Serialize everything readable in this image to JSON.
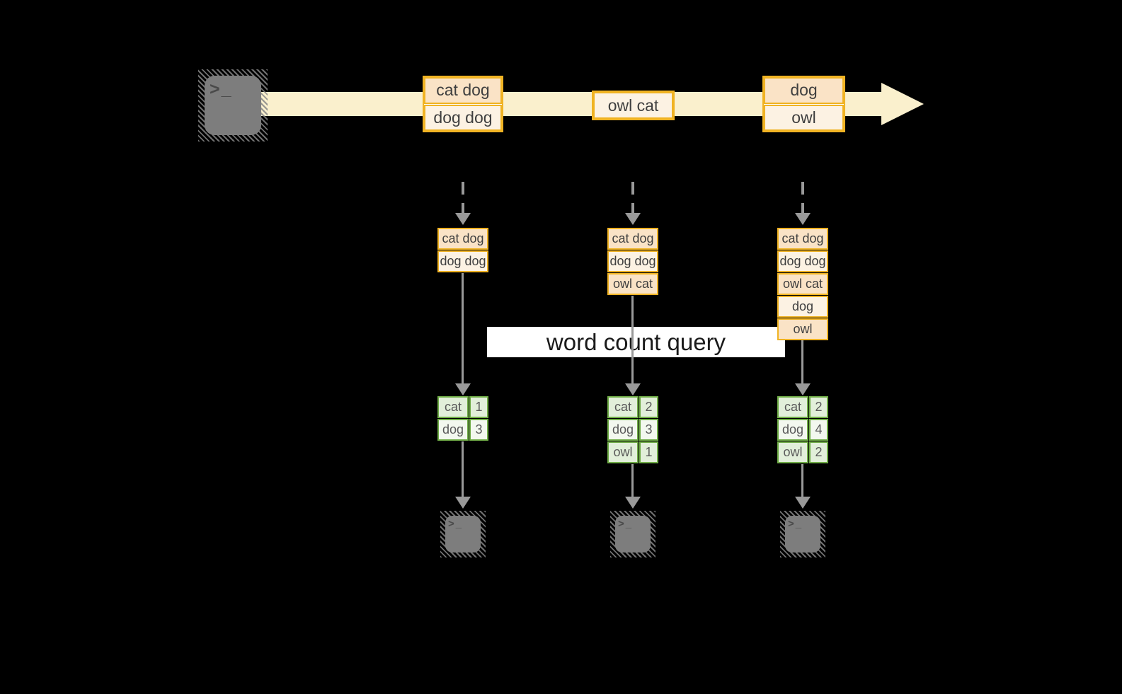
{
  "banner": {
    "label": "word count query"
  },
  "stream": {
    "records": [
      {
        "lines": [
          "cat dog",
          "dog dog"
        ]
      },
      {
        "lines": [
          "owl cat"
        ]
      },
      {
        "lines": [
          "dog",
          "owl"
        ]
      }
    ]
  },
  "columns": [
    {
      "buffer": [
        "cat dog",
        "dog dog"
      ],
      "counts": [
        {
          "word": "cat",
          "count": "1"
        },
        {
          "word": "dog",
          "count": "3"
        }
      ]
    },
    {
      "buffer": [
        "cat dog",
        "dog dog",
        "owl cat"
      ],
      "counts": [
        {
          "word": "cat",
          "count": "2"
        },
        {
          "word": "dog",
          "count": "3"
        },
        {
          "word": "owl",
          "count": "1"
        }
      ]
    },
    {
      "buffer": [
        "cat dog",
        "dog dog",
        "owl cat",
        "dog",
        "owl"
      ],
      "counts": [
        {
          "word": "cat",
          "count": "2"
        },
        {
          "word": "dog",
          "count": "4"
        },
        {
          "word": "owl",
          "count": "2"
        }
      ]
    }
  ],
  "icons": {
    "prompt": ">_"
  },
  "colors": {
    "background": "#000000",
    "stream_band": "#FAF0CD",
    "record_border": "#F0B323",
    "record_fill_dark": "#FAE3C6",
    "record_fill_light": "#FCF2E3",
    "table_border": "#70AD47",
    "table_fill": "#E2EFDA",
    "table_fill_alt": "#F3F8EF",
    "arrow_gray": "#999999",
    "terminal_gray": "#7D7D7D",
    "banner_bg": "#FFFFFF",
    "banner_text": "#1A1A1A"
  }
}
